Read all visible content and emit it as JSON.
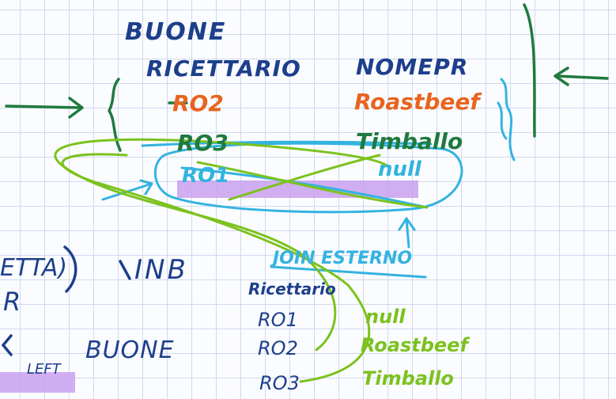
{
  "colors": {
    "navy": "#1d3f8c",
    "orange": "#e8641f",
    "dark_green": "#1f7a3e",
    "lime": "#7cc21f",
    "cyan": "#33b3e0",
    "purple": "#c9a0ee"
  },
  "table_top": {
    "name": "BUONE",
    "headers": [
      "RICETTARIO",
      "NOMEPR"
    ],
    "rows": [
      {
        "ricettario": "RO2",
        "nomepr": "Roastbeef"
      },
      {
        "ricettario": "RO3",
        "nomepr": "Timballo"
      },
      {
        "ricettario": "RO1",
        "nomepr": "null"
      }
    ]
  },
  "labels": {
    "join_esterno": "JOIN ESTERNO",
    "left_fragment_1": "ETTA)",
    "left_fragment_2": "R",
    "inb": "INB",
    "left": "LEFT",
    "buone_bottom": "BUONE"
  },
  "table_bottom": {
    "header": "Ricettario",
    "rows": [
      {
        "ricettario": "RO1",
        "nomepr": "null"
      },
      {
        "ricettario": "RO2",
        "nomepr": "Roastbeef"
      },
      {
        "ricettario": "RO3",
        "nomepr": "Timballo"
      }
    ]
  }
}
